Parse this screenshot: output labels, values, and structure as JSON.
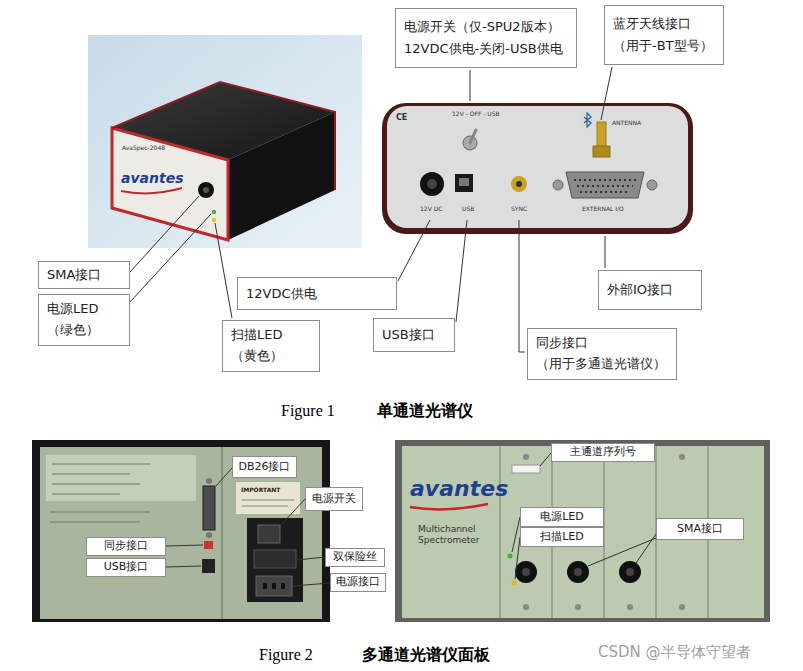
{
  "diagram": {
    "nodes": [
      {
        "text": [
          "电源开关（仅-SPU2版本）",
          "12VDC供电-关闭-USB供电"
        ]
      },
      {
        "text": [
          "蓝牙天线接口",
          "（用于-BT型号）"
        ]
      },
      {
        "text": [
          "SMA接口"
        ]
      },
      {
        "text": [
          "电源LED",
          "（绿色）"
        ]
      },
      {
        "text": [
          "扫描LED",
          "（黄色）"
        ]
      },
      {
        "text": [
          "12VDC供电"
        ]
      },
      {
        "text": [
          "USB接口"
        ]
      },
      {
        "text": [
          "同步接口",
          "（用于多通道光谱仪）"
        ]
      },
      {
        "text": [
          "外部IO接口"
        ]
      },
      {
        "text": [
          "DB26接口"
        ]
      },
      {
        "text": [
          "电源开关"
        ]
      },
      {
        "text": [
          "同步接口"
        ]
      },
      {
        "text": [
          "USB接口"
        ]
      },
      {
        "text": [
          "双保险丝"
        ]
      },
      {
        "text": [
          "电源接口"
        ]
      },
      {
        "text": [
          "主通道序列号"
        ]
      },
      {
        "text": [
          "电源LED"
        ]
      },
      {
        "text": [
          "扫描LED"
        ]
      },
      {
        "text": [
          "SMA接口"
        ]
      }
    ],
    "labels": [
      "AvaSpec-2048",
      "avantes",
      "CE",
      "12V - OFF - USB",
      "ANTENNA",
      "12V DC",
      "USB",
      "SYNC",
      "EXTERNAL I/O",
      "Figure 1",
      "单通道光谱仪",
      "IMPORTANT",
      "avantes",
      "Multichannel Spectrometer",
      "Figure 2",
      "多通道光谱仪面板",
      "CSDN @半导体守望者"
    ]
  }
}
